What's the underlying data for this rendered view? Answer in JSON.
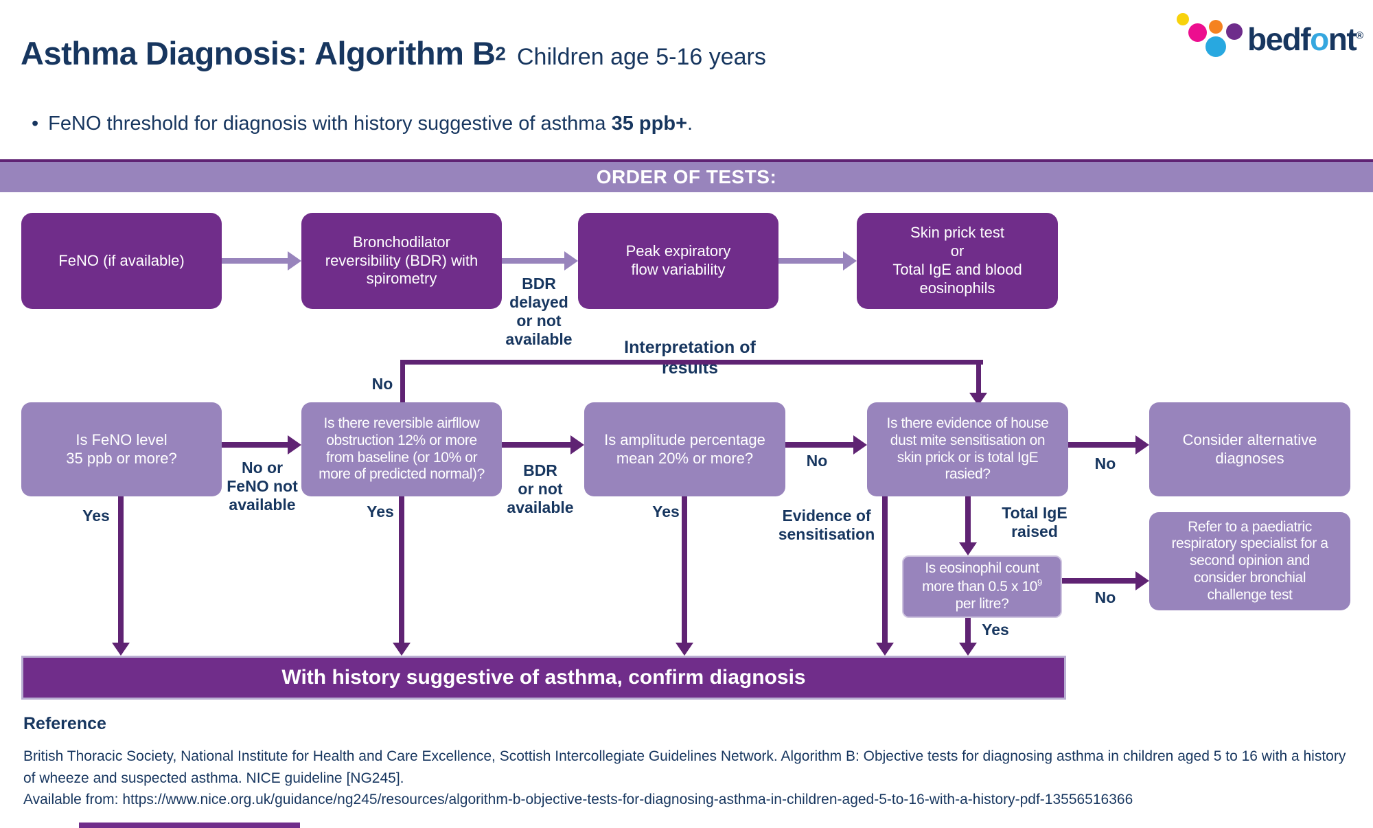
{
  "header": {
    "title": "Asthma Diagnosis: Algorithm B",
    "title_superscript": "2",
    "subtitle": "Children age 5-16 years",
    "bullet": {
      "glyph": "•",
      "text": "FeNO threshold for diagnosis with history suggestive of asthma ",
      "bold": "35 ppb+",
      "suffix": "."
    }
  },
  "logo": {
    "brand_pre": "bedf",
    "brand_o": "o",
    "brand_post": "nt",
    "registered": "®",
    "colors": {
      "yellow": "#f8d20c",
      "pink": "#ec0e8f",
      "orange": "#f58220",
      "purple": "#6e2c8b",
      "blue": "#28a8e0"
    }
  },
  "banner": {
    "label": "ORDER OF TESTS:"
  },
  "order_of_tests": {
    "feno": "FeNO (if available)",
    "bdr": "Bronchodilator\nreversibility (BDR) with\nspirometry",
    "peak_flow": "Peak expiratory\nflow variability",
    "skin_prick": "Skin prick test\nor\nTotal IgE and blood\neosinophils",
    "bdr_delayed_label": "BDR\ndelayed\nor not\navailable"
  },
  "interpretation": {
    "heading": "Interpretation of results",
    "q_feno": "Is FeNO level\n35 ppb or more?",
    "q_bdr": "Is there reversible airfllow\nobstruction 12% or more\nfrom baseline (or 10% or\nmore of predicted normal)?",
    "q_amplitude": "Is amplitude percentage\nmean 20% or more?",
    "q_house_dust": "Is there evidence of house\ndust mite sensitisation on\nskin prick or is total IgE\nrasied?",
    "consider_alt": "Consider alternative\ndiagnoses",
    "eosinophil": {
      "line1": "Is eosinophil count",
      "line2_pre": "more than 0.5 x 10",
      "line2_sup": "9",
      "line3": "per litre?"
    },
    "refer": "Refer to a paediatric\nrespiratory specialist for a\nsecond opinion and\nconsider bronchial\nchallenge test"
  },
  "labels": {
    "no_bdr_top": "No",
    "no_or_feno": "No or\nFeNO not\navailable",
    "yes_feno": "Yes",
    "bdr_or_not": "BDR\nor not\navailable",
    "yes_bdr": "Yes",
    "no_amplitude": "No",
    "yes_amplitude": "Yes",
    "evidence": "Evidence of\nsensitisation",
    "total_ige": "Total IgE\nraised",
    "no_house_dust": "No",
    "no_eosinophil": "No",
    "yes_eosinophil": "Yes"
  },
  "outcome_bar": {
    "label": "With history suggestive of asthma, confirm diagnosis"
  },
  "reference": {
    "heading": "Reference",
    "body": "British Thoracic Society, National Institute for Health and Care Excellence, Scottish Intercollegiate Guidelines Network. Algorithm B: Objective tests for diagnosing asthma in children aged 5 to 16 with a history of wheeze and suspected asthma. NICE guideline [NG245].\nAvailable from: https://www.nice.org.uk/guidance/ng245/resources/algorithm-b-objective-tests-for-diagnosing-asthma-in-children-aged-5-to-16-with-a-history-pdf-13556516366"
  },
  "colors": {
    "navy": "#17365f",
    "purple_dark": "#702d8a",
    "purple_light": "#9884bc",
    "line_purple": "#5f2373"
  }
}
